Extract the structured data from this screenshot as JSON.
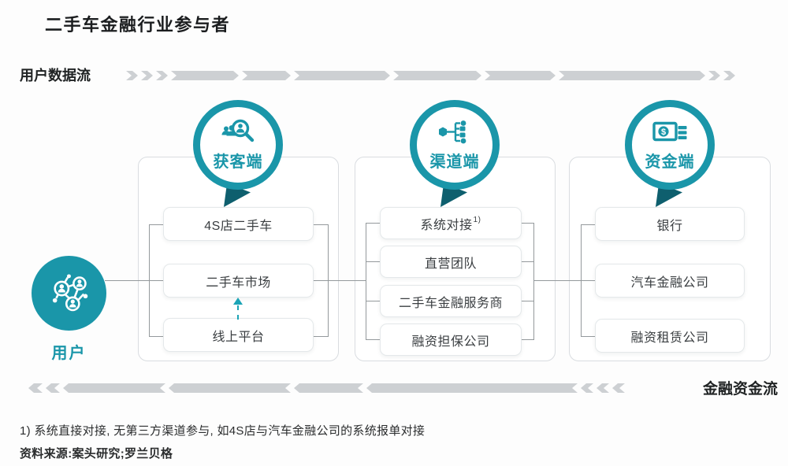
{
  "title": "二手车金融行业参与者",
  "flow_top_label": "用户数据流",
  "flow_bottom_label": "金融资金流",
  "user_node": {
    "label": "用户",
    "icon": "people-network-icon"
  },
  "columns": [
    {
      "label": "获客端",
      "icon": "customer-search-icon",
      "boxes": [
        "4S店二手车",
        "二手车市场",
        "线上平台"
      ]
    },
    {
      "label": "渠道端",
      "icon": "channel-network-icon",
      "sup_note": "1)",
      "boxes": [
        "系统对接",
        "直营团队",
        "二手车金融服务商",
        "融资担保公司"
      ]
    },
    {
      "label": "资金端",
      "icon": "funds-icon",
      "boxes": [
        "银行",
        "汽车金融公司",
        "融资租赁公司"
      ]
    }
  ],
  "footnote": "1) 系统直接对接, 无第三方渠道参与, 如4S店与汽车金融公司的系统报单对接",
  "source": "资料来源:案头研究;罗兰贝格",
  "colors": {
    "teal": "#1a96a9",
    "teal_dark": "#0e5f6e",
    "teal_arrow": "#1ba4b6",
    "arrow_gray": "#cdd0d3",
    "line_gray": "#94999c"
  }
}
